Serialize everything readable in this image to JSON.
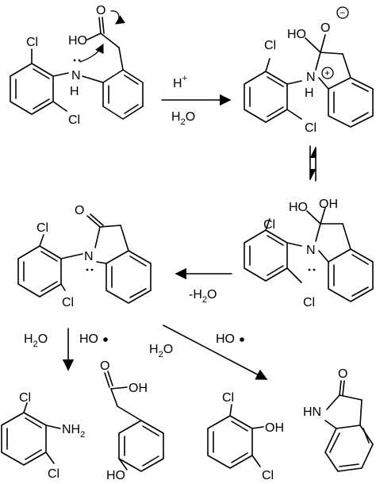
{
  "atoms": {
    "cl": "Cl",
    "n": "N",
    "h": "H",
    "ho": "HO",
    "oh": "OH",
    "o": "O",
    "hn": "HN",
    "nh": "NH",
    "two": "2",
    "minus": "−",
    "plus": "+"
  },
  "reagents": {
    "step1_top": "H",
    "step1_top_sup": "+",
    "step1_bottom": "H",
    "step1_bottom_sub": "2",
    "step1_bottom_end": "O",
    "step3": "-H",
    "step3_sub": "2",
    "step3_end": "O",
    "step4_water": "H",
    "step4_water_sub": "2",
    "step4_water_end": "O",
    "step4_radical": "HO",
    "step5_water": "H",
    "step5_water_sub": "2",
    "step5_water_end": "O",
    "step5_radical": "HO"
  }
}
